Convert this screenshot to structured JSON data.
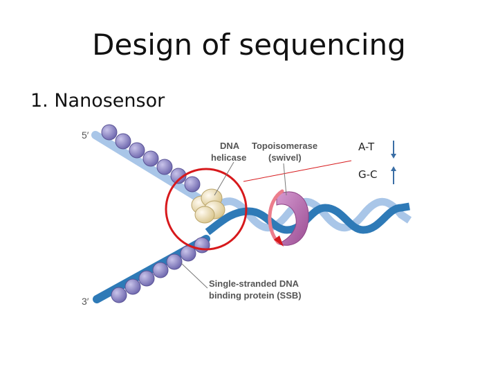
{
  "slide": {
    "title": "Design of sequencing",
    "subtitle": "1. Nanosensor"
  },
  "diagram": {
    "labels": {
      "five_prime": "5′",
      "three_prime": "3′",
      "helicase": [
        "DNA",
        "helicase"
      ],
      "topoisomerase": [
        "Topoisomerase",
        "(swivel)"
      ],
      "ssb": [
        "Single-stranded DNA",
        "binding protein (SSB)"
      ]
    },
    "colors": {
      "strand_light": "#a9c6e8",
      "strand_dark": "#2e7ab7",
      "ssb_protein": "#8880c2",
      "helicase": "#efe2b4",
      "topoisomerase": "#b569ad",
      "highlight_circle": "#d7191c",
      "swivel_arrow": "#ec7d8c"
    }
  },
  "legend": {
    "items": [
      {
        "label": "A-T",
        "arrow": "down"
      },
      {
        "label": "G-C",
        "arrow": "up"
      }
    ]
  }
}
